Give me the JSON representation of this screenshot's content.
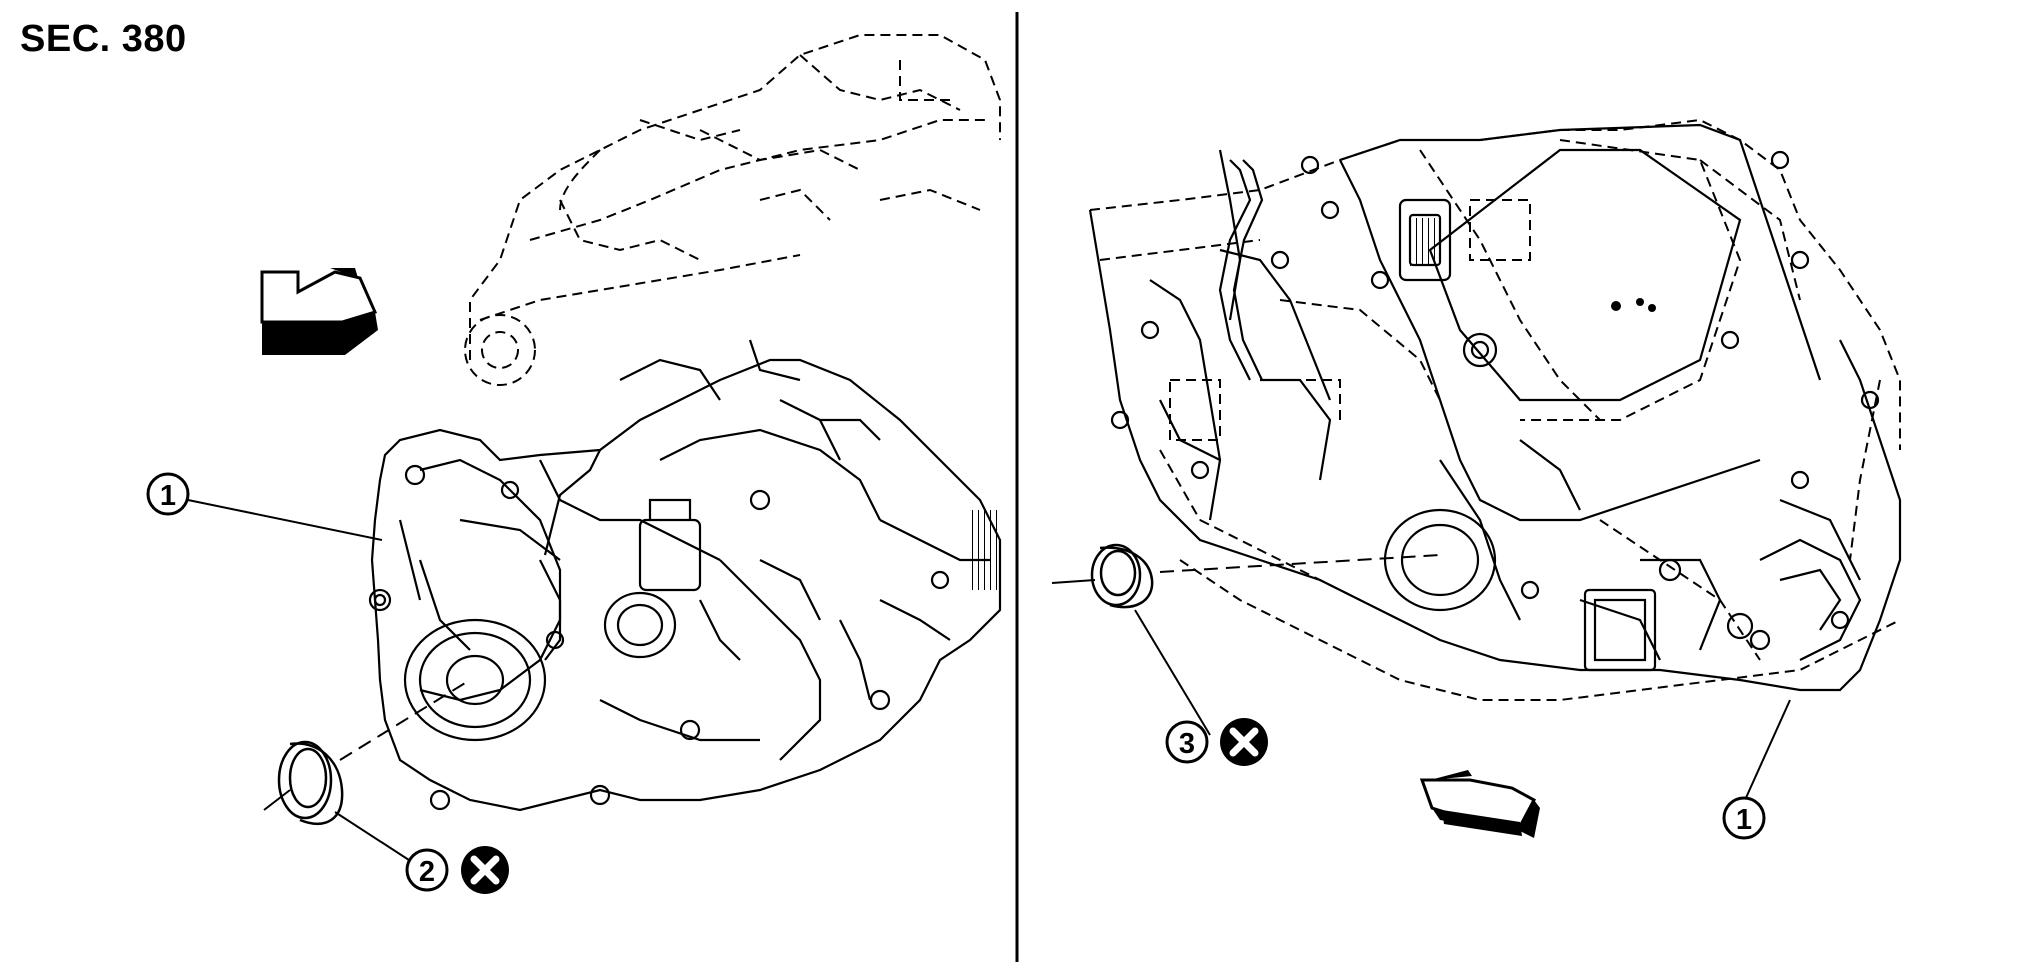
{
  "section_label": "SEC. 380",
  "callouts": {
    "left_part_1": "1",
    "left_part_2": "2",
    "right_part_3": "3",
    "right_part_1": "1"
  },
  "symbols": {
    "do_not_reuse": "x-circle-icon",
    "direction_front": "front-arrow-icon"
  },
  "colors": {
    "line": "#000000",
    "background": "#ffffff"
  }
}
